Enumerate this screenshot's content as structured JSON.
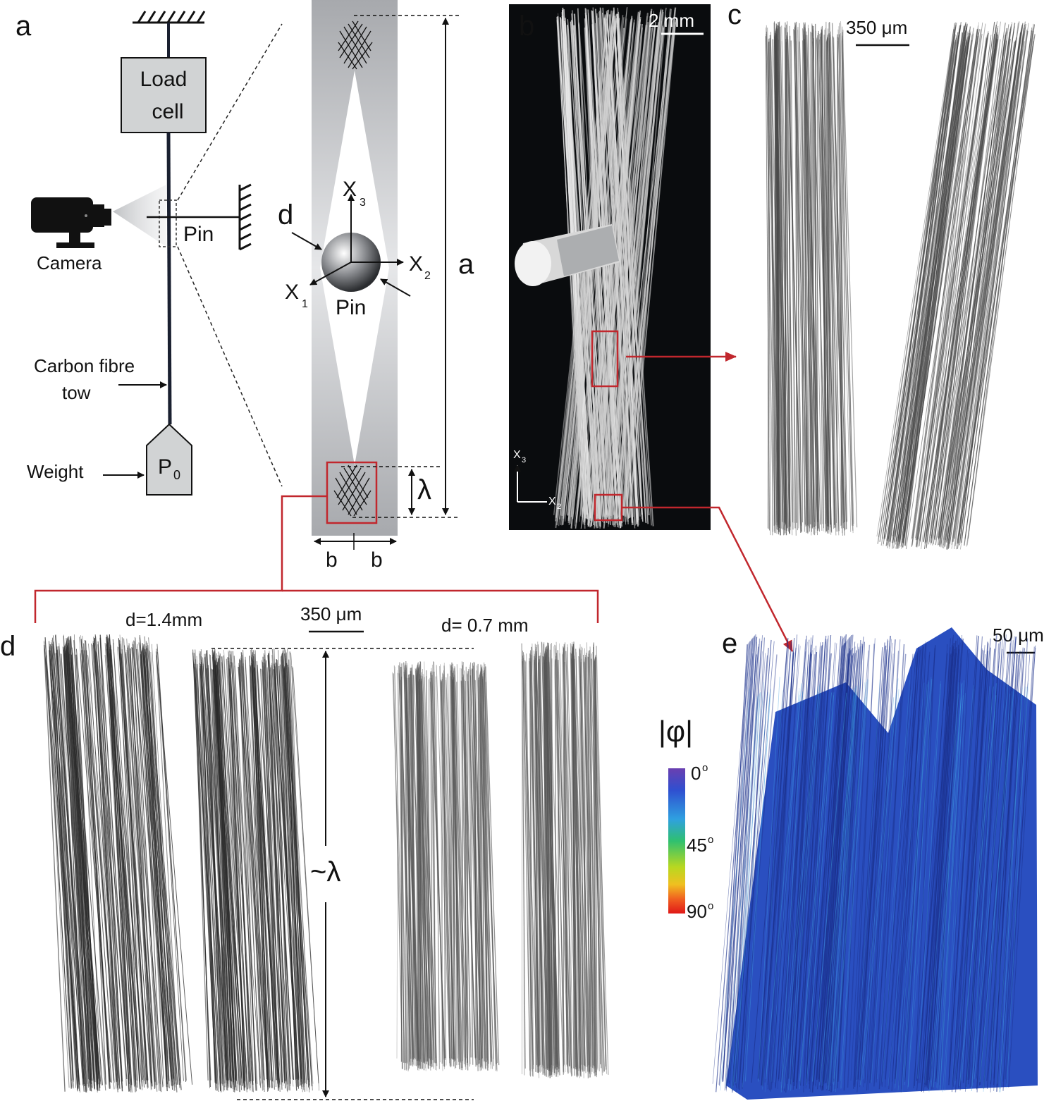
{
  "panels": {
    "a": "a",
    "b": "b",
    "c": "c",
    "d": "d",
    "e": "e"
  },
  "setup": {
    "load_cell_line1": "Load",
    "load_cell_line2": "cell",
    "camera": "Camera",
    "pin": "Pin",
    "carbon_line1": "Carbon fibre",
    "carbon_line2": "tow",
    "weight": "Weight",
    "weight_symbol": "P",
    "weight_sub": "0"
  },
  "schematic": {
    "x3": "X",
    "x3_sub": "3",
    "x2": "X",
    "x2_sub": "2",
    "x1": "X",
    "x1_sub": "1",
    "d": "d",
    "pin": "Pin",
    "a": "a",
    "lambda": "λ",
    "b_left": "b",
    "b_right": "b"
  },
  "micro_b": {
    "scale": "2 mm",
    "ax3": "X",
    "ax3_sub": "3",
    "ax2": "X",
    "ax2_sub": "2"
  },
  "panel_c": {
    "scale": "350 μm"
  },
  "panel_d": {
    "d_left": "d=1.4mm",
    "scale": "350 μm",
    "d_right": "d= 0.7 mm",
    "lambda": "~λ"
  },
  "panel_e": {
    "scale": "50 μm",
    "phi_label": "|φ|",
    "ticks": [
      "0",
      "45",
      "90"
    ],
    "degree": "o"
  },
  "colors": {
    "accent_red": "#c1272d",
    "fibre_blue": "#2a4fc0",
    "micro_bg": "#0a0c0e"
  }
}
